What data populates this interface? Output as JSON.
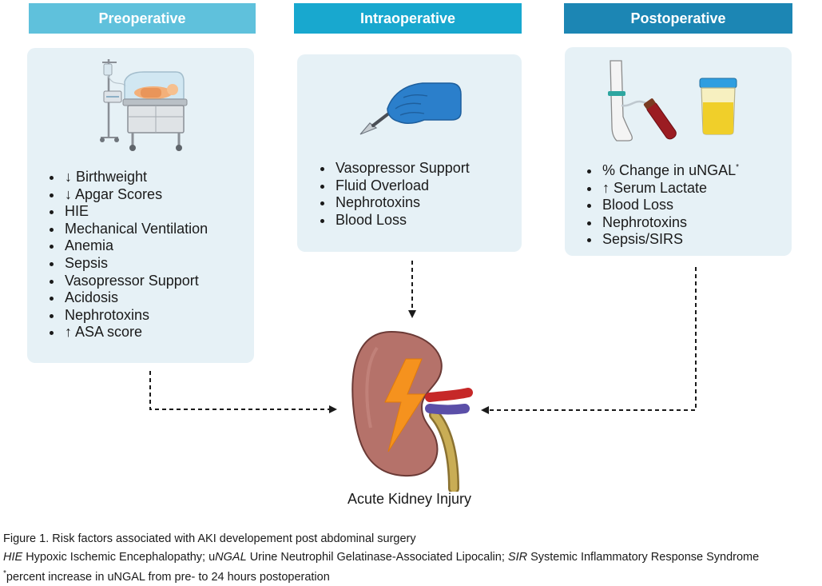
{
  "columns": [
    {
      "header": "Preoperative",
      "header_color": "#5fc1dc",
      "items": [
        "↓ Birthweight",
        "↓ Apgar Scores",
        "HIE",
        "Mechanical Ventilation",
        "Anemia",
        "Sepsis",
        "Vasopressor Support",
        "Acidosis",
        "Nephrotoxins",
        "↑ ASA score"
      ]
    },
    {
      "header": "Intraoperative",
      "header_color": "#18a8cf",
      "items": [
        "Vasopressor Support",
        "Fluid Overload",
        "Nephrotoxins",
        "Blood Loss"
      ]
    },
    {
      "header": "Postoperative",
      "header_color": "#1c86b4",
      "items": [
        "% Change in uNGAL",
        "↑ Serum Lactate",
        "Blood Loss",
        "Nephrotoxins",
        "Sepsis/SIRS"
      ]
    }
  ],
  "post_first_item_mark": "*",
  "center": {
    "label": "Acute Kidney Injury"
  },
  "caption": {
    "title": "Figure 1. Risk factors associated with AKI developement post abdominal surgery",
    "abbr1_term": "HIE",
    "abbr1_def": " Hypoxic Ischemic Encephalopathy; ",
    "abbr2_prefix": "u",
    "abbr2_term": "NGAL",
    "abbr2_def": " Urine Neutrophil Gelatinase-Associated Lipocalin; ",
    "abbr3_term": "SIR",
    "abbr3_def": " Systemic Inflammatory Response Syndrome",
    "footnote_mark": "*",
    "footnote_text": "percent increase in uNGAL from pre- to 24 hours postoperation"
  },
  "icons": {
    "pre": "incubator-icon",
    "intra": "scalpel-hand-icon",
    "post": "blood-draw-and-urine-cup-icon",
    "center": "kidney-lightning-icon"
  }
}
